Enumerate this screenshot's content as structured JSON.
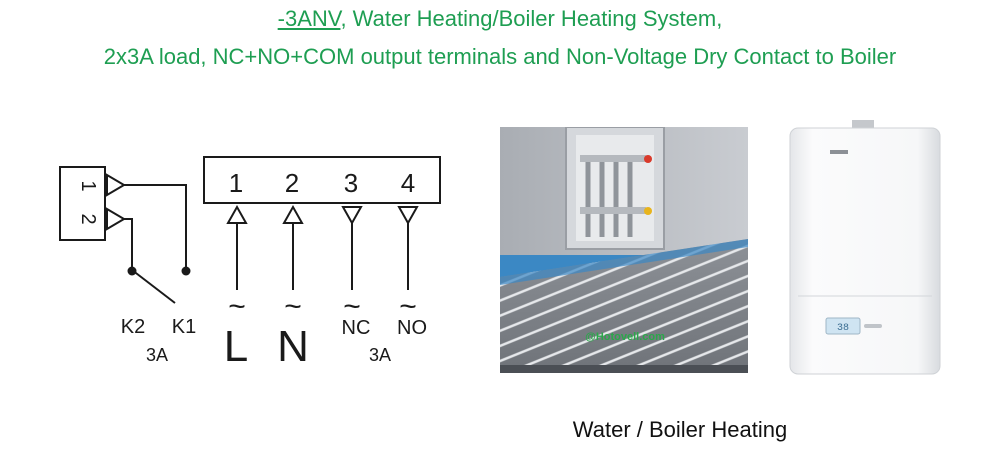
{
  "title": {
    "line1_model": "-3ANV",
    "line1_rest": ", Water Heating/Boiler Heating System,",
    "line2": "2x3A load, NC+NO+COM output terminals and Non-Voltage Dry Contact to Boiler"
  },
  "diagram": {
    "relay_pins": [
      "1",
      "2"
    ],
    "terminal_numbers": [
      "1",
      "2",
      "3",
      "4"
    ],
    "tilde": "~",
    "big_labels": [
      "L",
      "N"
    ],
    "small_labels": [
      "NC",
      "NO"
    ],
    "contacts": [
      "K2",
      "K1"
    ],
    "current_left": "3A",
    "current_right": "3A"
  },
  "photos": {
    "floor_watermark": "@Hotovell.com",
    "boiler_display": "38"
  },
  "caption": "Water / Boiler Heating",
  "colors": {
    "title_green": "#1e9e52",
    "line": "#1a1a1a",
    "floor_blue": "#3b88c4"
  }
}
